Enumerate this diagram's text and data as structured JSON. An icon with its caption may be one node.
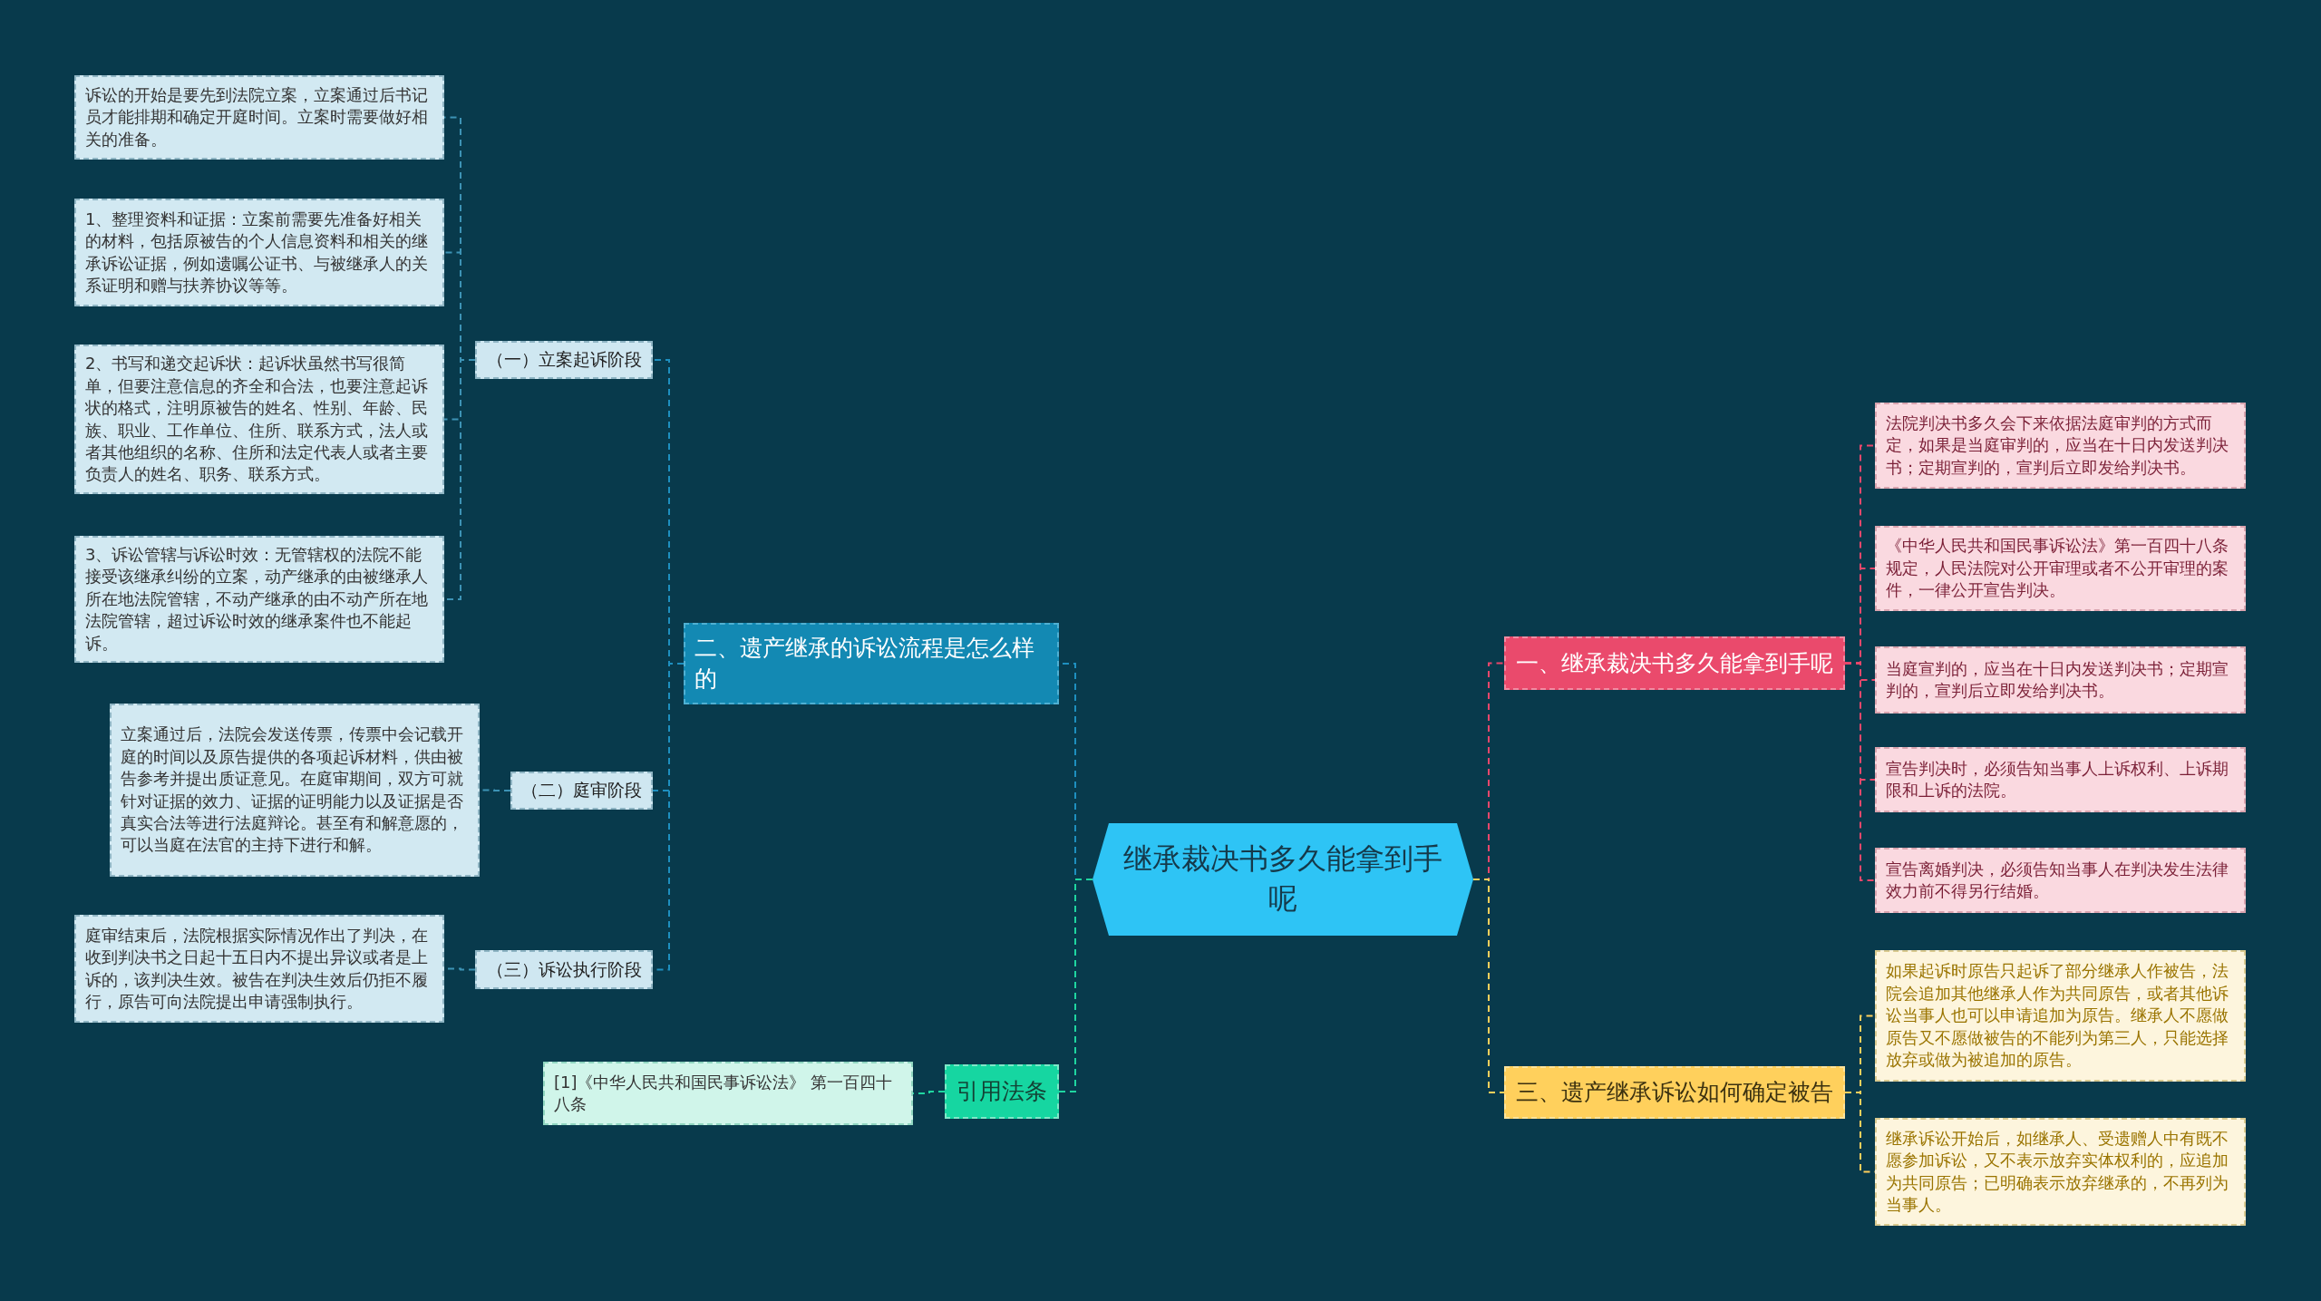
{
  "diagram": {
    "nodes": [
      {
        "text": [
          "继承裁决书多久能拿到手呢"
        ]
      },
      {
        "text": [
          "二、遗产继承的诉讼流程是怎么样的"
        ]
      },
      {
        "text": [
          "（一）立案起诉阶段"
        ]
      },
      {
        "text": [
          "诉讼的开始是要先到法院立案，立案通过后书记员才能排期和确定开庭时间。立案时需要做好相关的准备。"
        ]
      },
      {
        "text": [
          "1、整理资料和证据：立案前需要先准备好相关的材料，包括原被告的个人信息资料和相关的继承诉讼证据，例如遗嘱公证书、与被继承人的关系证明和赠与扶养协议等等。"
        ]
      },
      {
        "text": [
          "2、书写和递交起诉状：起诉状虽然书写很简单，但要注意信息的齐全和合法，也要注意起诉状的格式，注明原被告的姓名、性别、年龄、民族、职业、工作单位、住所、联系方式，法人或者其他组织的名称、住所和法定代表人或者主要负责人的姓名、职务、联系方式。"
        ]
      },
      {
        "text": [
          "3、诉讼管辖与诉讼时效：无管辖权的法院不能接受该继承纠纷的立案，动产继承的由被继承人所在地法院管辖，不动产继承的由不动产所在地法院管辖，超过诉讼时效的继承案件也不能起诉。"
        ]
      },
      {
        "text": [
          "（二）庭审阶段"
        ]
      },
      {
        "text": [
          "立案通过后，法院会发送传票，传票中会记载开庭的时间以及原告提供的各项起诉材料，供由被告参考并提出质证意见。在庭审期间，双方可就针对证据的效力、证据的证明能力以及证据是否真实合法等进行法庭辩论。甚至有和解意愿的，可以当庭在法官的主持下进行和解。"
        ]
      },
      {
        "text": [
          "（三）诉讼执行阶段"
        ]
      },
      {
        "text": [
          "庭审结束后，法院根据实际情况作出了判决，在收到判决书之日起十五日内不提出异议或者是上诉的，该判决生效。被告在判决生效后仍拒不履行，原告可向法院提出申请强制执行。"
        ]
      },
      {
        "text": [
          "引用法条"
        ]
      },
      {
        "text": [
          "[1]《中华人民共和国民事诉讼法》 第一百四十八条"
        ]
      },
      {
        "text": [
          "一、继承裁决书多久能拿到手呢"
        ]
      },
      {
        "text": [
          "法院判决书多久会下来依据法庭审判的方式而定，如果是当庭审判的，应当在十日内发送判决书；定期宣判的，宣判后立即发给判决书。"
        ]
      },
      {
        "text": [
          "《中华人民共和国民事诉讼法》第一百四十八条规定，人民法院对公开审理或者不公开审理的案件，一律公开宣告判决。"
        ]
      },
      {
        "text": [
          "当庭宣判的，应当在十日内发送判决书；定期宣判的，宣判后立即发给判决书。"
        ]
      },
      {
        "text": [
          "宣告判决时，必须告知当事人上诉权利、上诉期限和上诉的法院。"
        ]
      },
      {
        "text": [
          "宣告离婚判决，必须告知当事人在判决发生法律效力前不得另行结婚。"
        ]
      },
      {
        "text": [
          "三、遗产继承诉讼如何确定被告"
        ]
      },
      {
        "text": [
          "如果起诉时原告只起诉了部分继承人作被告，法院会追加其他继承人作为共同原告，或者其他诉讼当事人也可以申请追加为原告。继承人不愿做原告又不愿做被告的不能列为第三人，只能选择放弃或做为被追加的原告。"
        ]
      },
      {
        "text": [
          "继承诉讼开始后，如继承人、受遗赠人中有既不愿参加诉讼，又不表示放弃实体权利的，应追加为共同原告；已明确表示放弃继承的，不再列为当事人。"
        ]
      }
    ],
    "edges": [
      {
        "from": 0,
        "to": 1,
        "arrow": "none",
        "style": "dashed",
        "color": "#1e8fbf"
      },
      {
        "from": 1,
        "to": 2,
        "arrow": "none",
        "style": "dashed",
        "color": "#1e8fbf"
      },
      {
        "from": 2,
        "to": 3,
        "arrow": "none",
        "style": "dashed",
        "color": "#3d93b5"
      },
      {
        "from": 2,
        "to": 4,
        "arrow": "none",
        "style": "dashed",
        "color": "#3d93b5"
      },
      {
        "from": 2,
        "to": 5,
        "arrow": "none",
        "style": "dashed",
        "color": "#3d93b5"
      },
      {
        "from": 2,
        "to": 6,
        "arrow": "none",
        "style": "dashed",
        "color": "#3d93b5"
      },
      {
        "from": 1,
        "to": 7,
        "arrow": "none",
        "style": "dashed",
        "color": "#1e8fbf"
      },
      {
        "from": 7,
        "to": 8,
        "arrow": "none",
        "style": "dashed",
        "color": "#3d93b5"
      },
      {
        "from": 1,
        "to": 9,
        "arrow": "none",
        "style": "dashed",
        "color": "#1e8fbf"
      },
      {
        "from": 9,
        "to": 10,
        "arrow": "none",
        "style": "dashed",
        "color": "#3d93b5"
      },
      {
        "from": 0,
        "to": 11,
        "arrow": "none",
        "style": "dashed",
        "color": "#1fd6a0"
      },
      {
        "from": 11,
        "to": 12,
        "arrow": "none",
        "style": "dashed",
        "color": "#1fd6a0"
      },
      {
        "from": 0,
        "to": 13,
        "arrow": "none",
        "style": "dashed",
        "color": "#e8476b"
      },
      {
        "from": 13,
        "to": 14,
        "arrow": "none",
        "style": "dashed",
        "color": "#e8476b"
      },
      {
        "from": 13,
        "to": 15,
        "arrow": "none",
        "style": "dashed",
        "color": "#e8476b"
      },
      {
        "from": 13,
        "to": 16,
        "arrow": "none",
        "style": "dashed",
        "color": "#e8476b"
      },
      {
        "from": 13,
        "to": 17,
        "arrow": "none",
        "style": "dashed",
        "color": "#e8476b"
      },
      {
        "from": 13,
        "to": 18,
        "arrow": "none",
        "style": "dashed",
        "color": "#e8476b"
      },
      {
        "from": 0,
        "to": 19,
        "arrow": "none",
        "style": "dashed",
        "color": "#ffd05c"
      },
      {
        "from": 19,
        "to": 20,
        "arrow": "none",
        "style": "dashed",
        "color": "#ffd05c"
      },
      {
        "from": 19,
        "to": 21,
        "arrow": "none",
        "style": "dashed",
        "color": "#ffd05c"
      }
    ]
  }
}
